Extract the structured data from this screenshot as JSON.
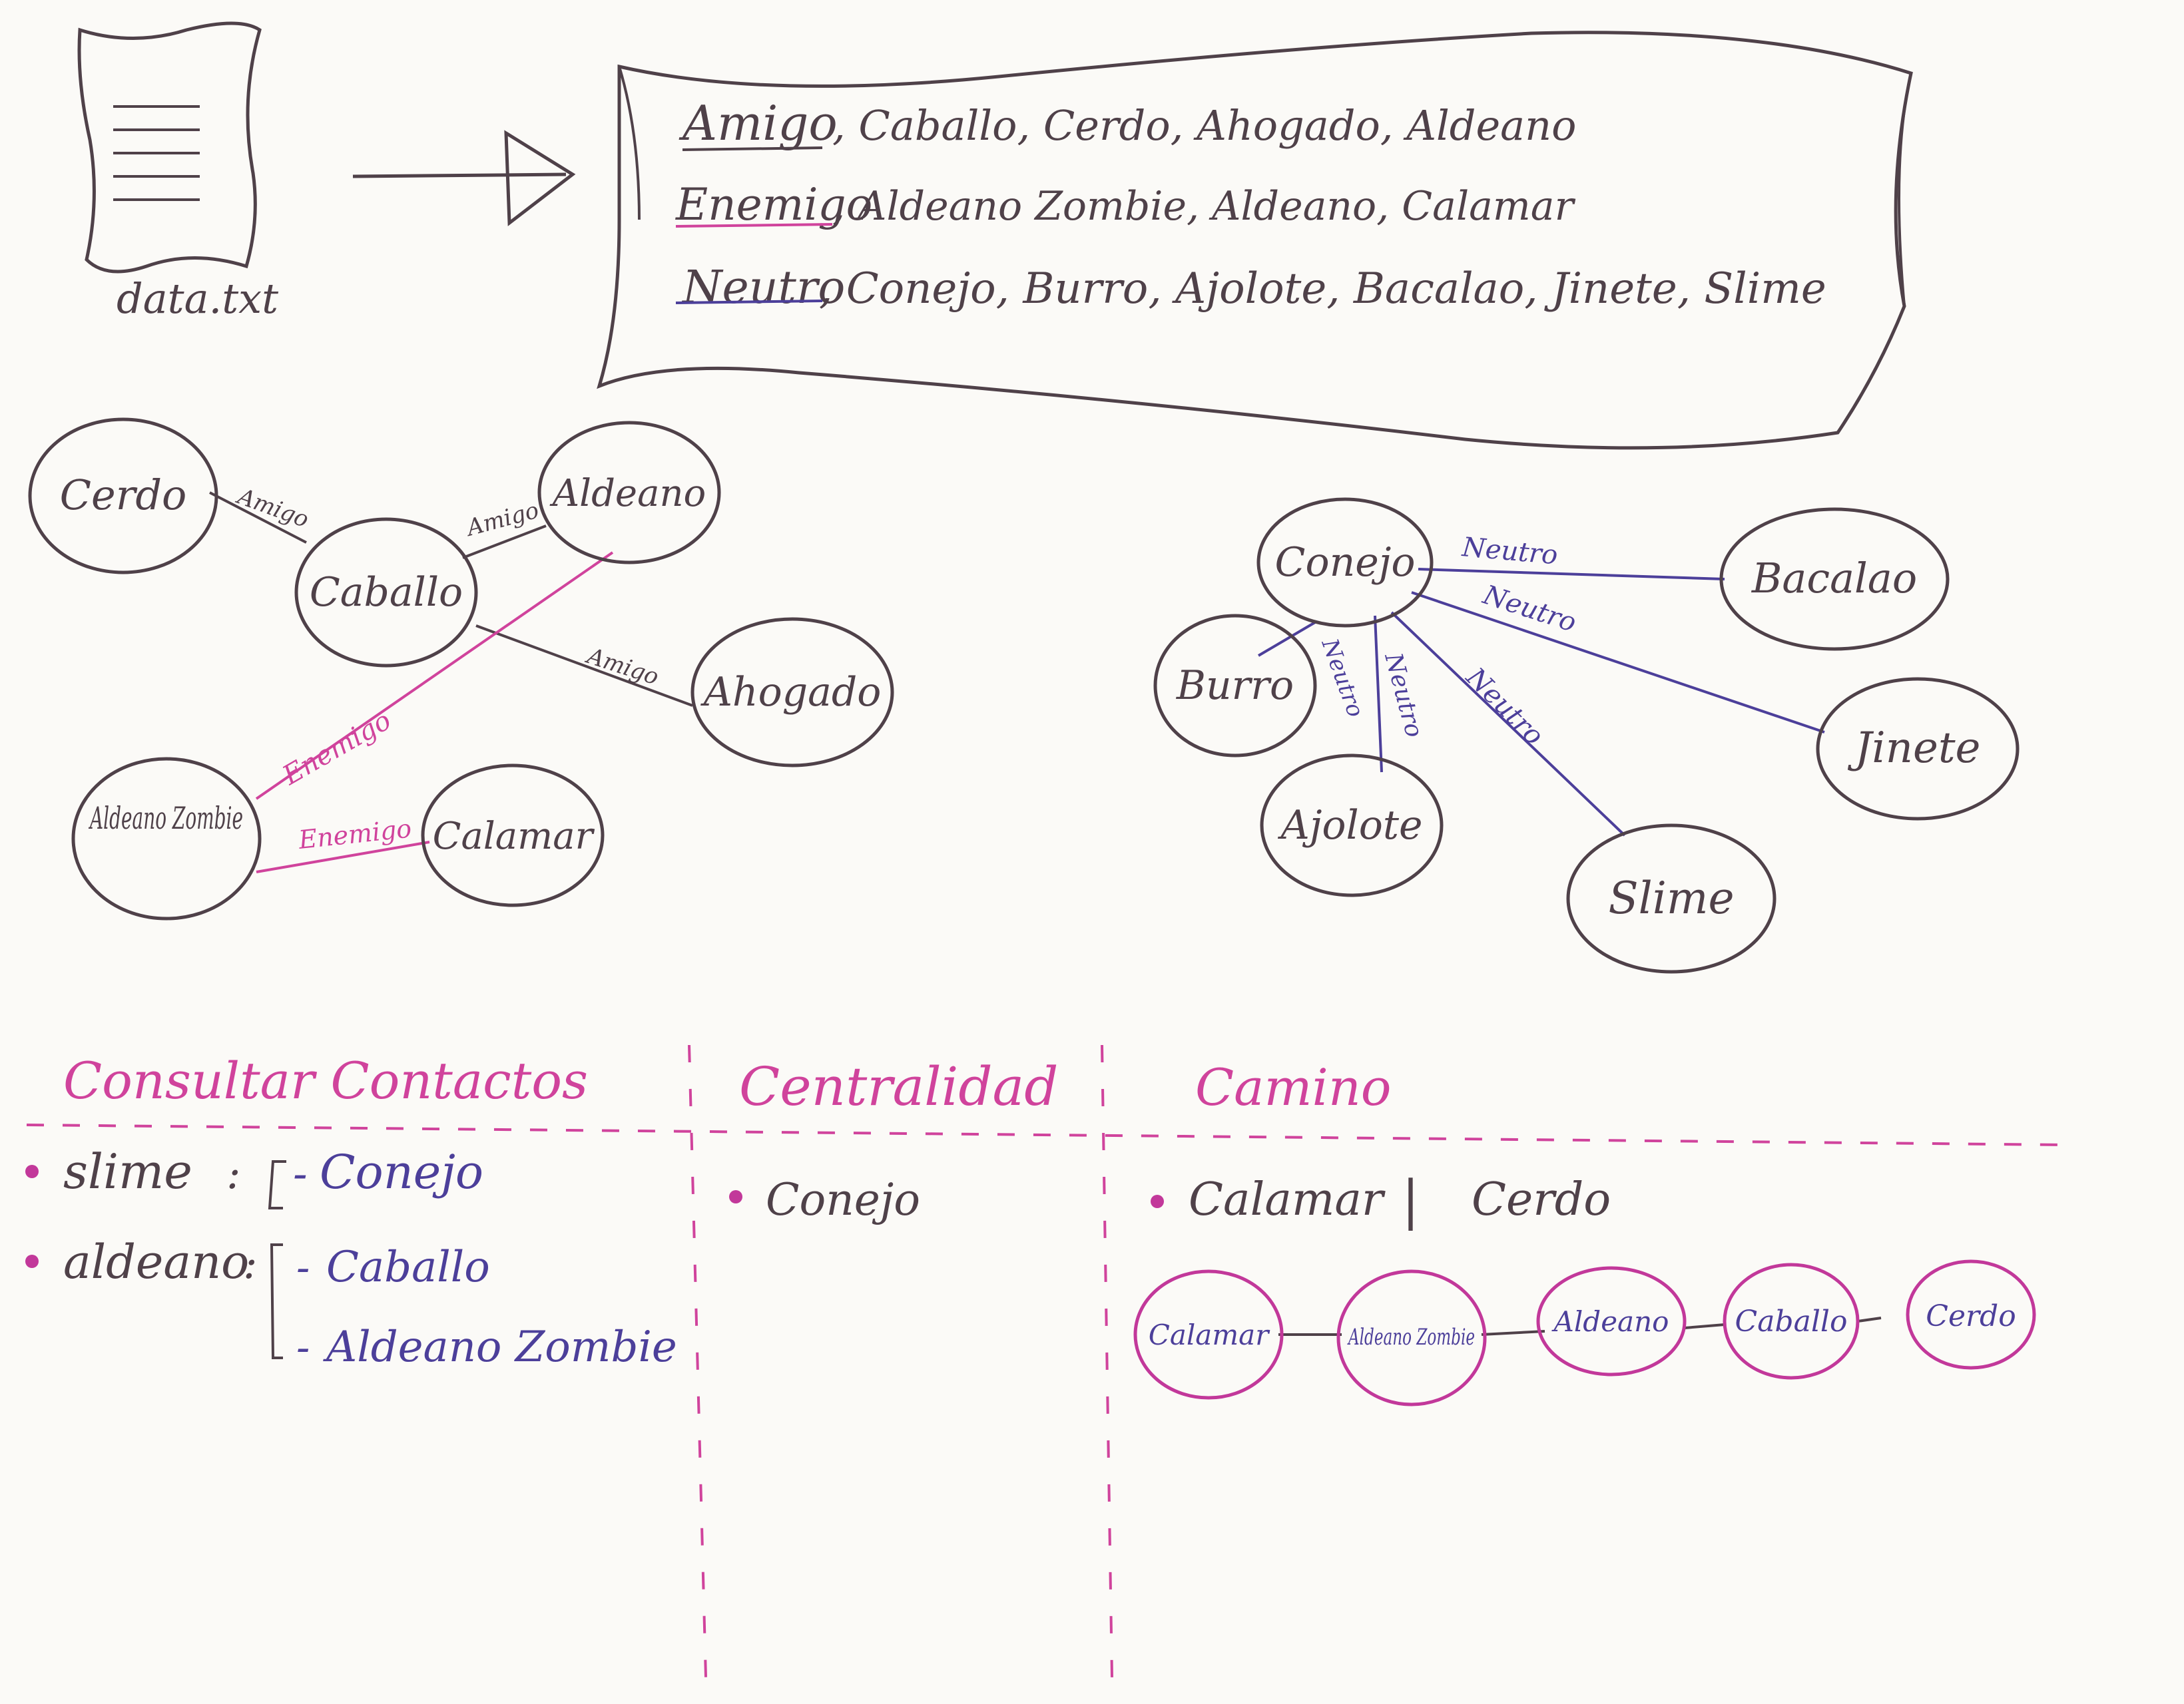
{
  "file": {
    "name": "data.txt",
    "icon": "document-icon"
  },
  "categories": [
    {
      "label": "Amigo",
      "items": ", Caballo, Cerdo, Ahogado, Aldeano",
      "underline": "#4f4149"
    },
    {
      "label": "Enemigo",
      "items": ", Aldeano Zombie, Aldeano, Calamar",
      "underline": "#d0439c"
    },
    {
      "label": "Neutro",
      "items": ", Conejo, Burro, Ajolote, Bacalao, Jinete, Slime",
      "underline": "#4c3f9a"
    }
  ],
  "graph_left": {
    "nodes": [
      {
        "id": "cerdo",
        "label": "Cerdo"
      },
      {
        "id": "caballo",
        "label": "Caballo"
      },
      {
        "id": "aldeano",
        "label": "Aldeano"
      },
      {
        "id": "ahogado",
        "label": "Ahogado"
      },
      {
        "id": "aldeano_zombie",
        "label": "Aldeano Zombie"
      },
      {
        "id": "calamar",
        "label": "Calamar"
      }
    ],
    "edges": [
      {
        "from": "cerdo",
        "to": "caballo",
        "label": "Amigo",
        "color": "#4f4149"
      },
      {
        "from": "caballo",
        "to": "aldeano",
        "label": "Amigo",
        "color": "#4f4149"
      },
      {
        "from": "caballo",
        "to": "ahogado",
        "label": "Amigo",
        "color": "#4f4149"
      },
      {
        "from": "aldeano_zombie",
        "to": "aldeano",
        "label": "Enemigo",
        "color": "#d0439c"
      },
      {
        "from": "aldeano_zombie",
        "to": "calamar",
        "label": "Enemigo",
        "color": "#d0439c"
      }
    ]
  },
  "graph_right": {
    "nodes": [
      {
        "id": "conejo",
        "label": "Conejo"
      },
      {
        "id": "bacalao",
        "label": "Bacalao"
      },
      {
        "id": "burro",
        "label": "Burro"
      },
      {
        "id": "ajolote",
        "label": "Ajolote"
      },
      {
        "id": "jinete",
        "label": "Jinete"
      },
      {
        "id": "slime",
        "label": "Slime"
      }
    ],
    "edges": [
      {
        "from": "conejo",
        "to": "bacalao",
        "label": "Neutro"
      },
      {
        "from": "conejo",
        "to": "jinete",
        "label": "Neutro"
      },
      {
        "from": "conejo",
        "to": "burro",
        "label": "Neutro"
      },
      {
        "from": "conejo",
        "to": "ajolote",
        "label": "Neutro"
      },
      {
        "from": "conejo",
        "to": "slime",
        "label": "Neutro"
      }
    ]
  },
  "sections": {
    "contactos": {
      "title": "Consultar Contactos",
      "queries": [
        {
          "name": "slime",
          "results": [
            "Conejo"
          ]
        },
        {
          "name": "aldeano",
          "results": [
            "Caballo",
            "Aldeano Zombie"
          ]
        }
      ]
    },
    "centralidad": {
      "title": "Centralidad",
      "result": "Conejo"
    },
    "camino": {
      "title": "Camino",
      "from": "Calamar",
      "separator": "|",
      "to": "Cerdo",
      "path": [
        "Calamar",
        "Aldeano Zombie",
        "Aldeano",
        "Caballo",
        "Cerdo"
      ]
    }
  },
  "colors": {
    "ink": "#4f4149",
    "pink": "#d0439c",
    "blue": "#4c3f9a",
    "bullet": "#c2389a"
  }
}
